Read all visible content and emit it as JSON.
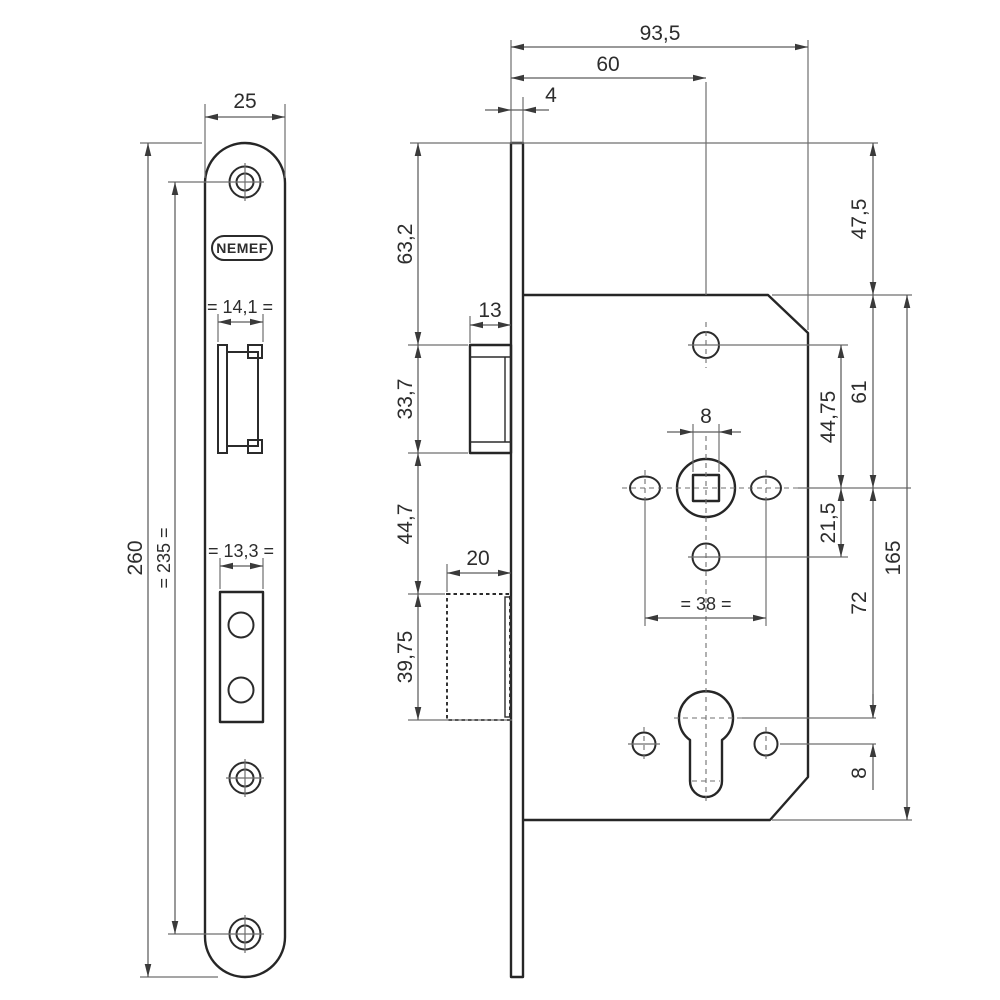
{
  "drawing": {
    "brand": "NEMEF",
    "type": "mortise-lock technical drawing, front view of faceplate and side view of lock case, dimensions in mm"
  },
  "dims": {
    "plate_width": "25",
    "plate_height": "260",
    "screw_spacing": "= 235 =",
    "latch_cutout_width": "= 14,1 =",
    "bolt_cutout_width": "= 13,3 =",
    "overall_depth": "93,5",
    "backset": "60",
    "plate_thickness": "4",
    "top_to_latch": "63,2",
    "latch_height": "33,7",
    "latch_to_bolt": "44,7",
    "bolt_height": "39,75",
    "latch_depth": "13",
    "bolt_throw": "20",
    "top_to_body": "47,5",
    "body_to_spindle": "61",
    "hole_to_spindle": "44,75",
    "spindle_to_lower_hole": "21,5",
    "spindle_to_cylinder": "72",
    "body_height": "165",
    "cylinder_to_fixing_hole": "8",
    "spindle_square": "8",
    "fixing_hole_pitch": "= 38 ="
  }
}
